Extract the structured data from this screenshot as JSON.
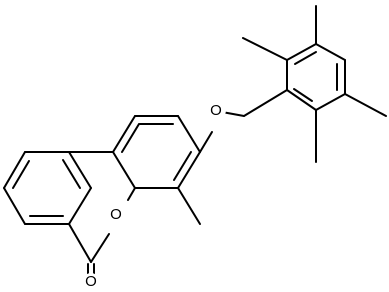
{
  "diagram": {
    "atoms": {
      "ring_oxygen": "O",
      "ether_oxygen": "O",
      "carbonyl_oxygen": "O"
    },
    "colors": {
      "bond": "#000000",
      "background": "#ffffff"
    }
  }
}
